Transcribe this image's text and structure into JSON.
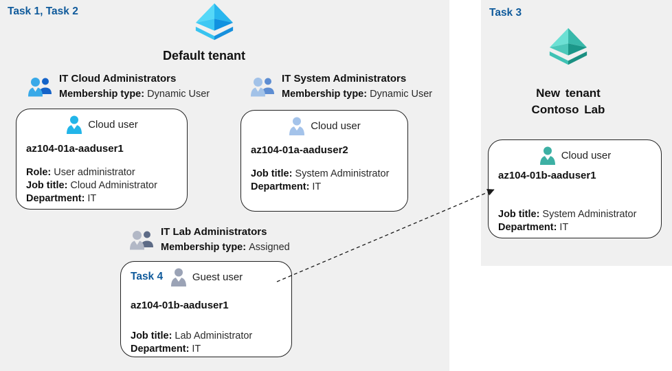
{
  "colors": {
    "panel_bg": "#f0f0f0",
    "card_bg": "#ffffff",
    "card_border": "#222222",
    "task_label_blue": "#0f5a9b",
    "text_bold": "#111111",
    "text_regular": "#2a2a2a",
    "arrow": "#1a1a1a",
    "aad_icon_blue": {
      "upper_left": "#55d8f8",
      "upper_right": "#28b6ee",
      "lower_left": "#3ec8f3",
      "lower_right": "#1192e0",
      "rim_left": "#38c3f0",
      "rim_right": "#1790dd"
    },
    "aad_icon_teal": {
      "upper_left": "#6ce0d4",
      "upper_right": "#38b8aa",
      "lower_left": "#4cc8ba",
      "lower_right": "#1b9789",
      "rim_left": "#3fc2b4",
      "rim_right": "#1b9082"
    },
    "group_icon_cloud": {
      "front": "#38a9e8",
      "back": "#1563c8"
    },
    "group_icon_system": {
      "front": "#a2c2e8",
      "back": "#5d8dd2"
    },
    "group_icon_lab": {
      "front": "#b2b8c6",
      "back": "#5d6b86"
    },
    "user_icon_cloud_blue": "#22b5e9",
    "user_icon_cloud_steel": "#a4c3ea",
    "user_icon_guest_gray": "#9ba3b6",
    "user_icon_cloud_teal": "#3db0a4"
  },
  "left_panel": {
    "task_label": "Task 1, Task 2",
    "tenant_name": "Default tenant",
    "groups": [
      {
        "name": "IT Cloud Administrators",
        "membership_label": "Membership type:",
        "membership_value": "Dynamic User"
      },
      {
        "name": "IT System Administrators",
        "membership_label": "Membership type:",
        "membership_value": "Dynamic User"
      },
      {
        "name": "IT Lab Administrators",
        "membership_label": "Membership type:",
        "membership_value": "Assigned"
      }
    ],
    "cards": [
      {
        "user_type": "Cloud user",
        "username": "az104-01a-aaduser1",
        "fields": [
          {
            "label": "Role:",
            "value": "User administrator"
          },
          {
            "label": "Job title:",
            "value": "Cloud Administrator"
          },
          {
            "label": "Department:",
            "value": "IT"
          }
        ]
      },
      {
        "user_type": "Cloud user",
        "username": "az104-01a-aaduser2",
        "fields": [
          {
            "label": "Job title:",
            "value": "System Administrator"
          },
          {
            "label": "Department:",
            "value": "IT"
          }
        ]
      },
      {
        "task_label": "Task 4",
        "user_type": "Guest user",
        "username": "az104-01b-aaduser1",
        "fields": [
          {
            "label": "Job title:",
            "value": "Lab Administrator"
          },
          {
            "label": "Department:",
            "value": "IT"
          }
        ]
      }
    ]
  },
  "right_panel": {
    "task_label": "Task 3",
    "tenant_name_line1": "New tenant",
    "tenant_name_line2": "Contoso Lab",
    "card": {
      "user_type": "Cloud user",
      "username": "az104-01b-aaduser1",
      "fields": [
        {
          "label": "Job title:",
          "value": "System Administrator"
        },
        {
          "label": "Department:",
          "value": "IT"
        }
      ]
    }
  }
}
